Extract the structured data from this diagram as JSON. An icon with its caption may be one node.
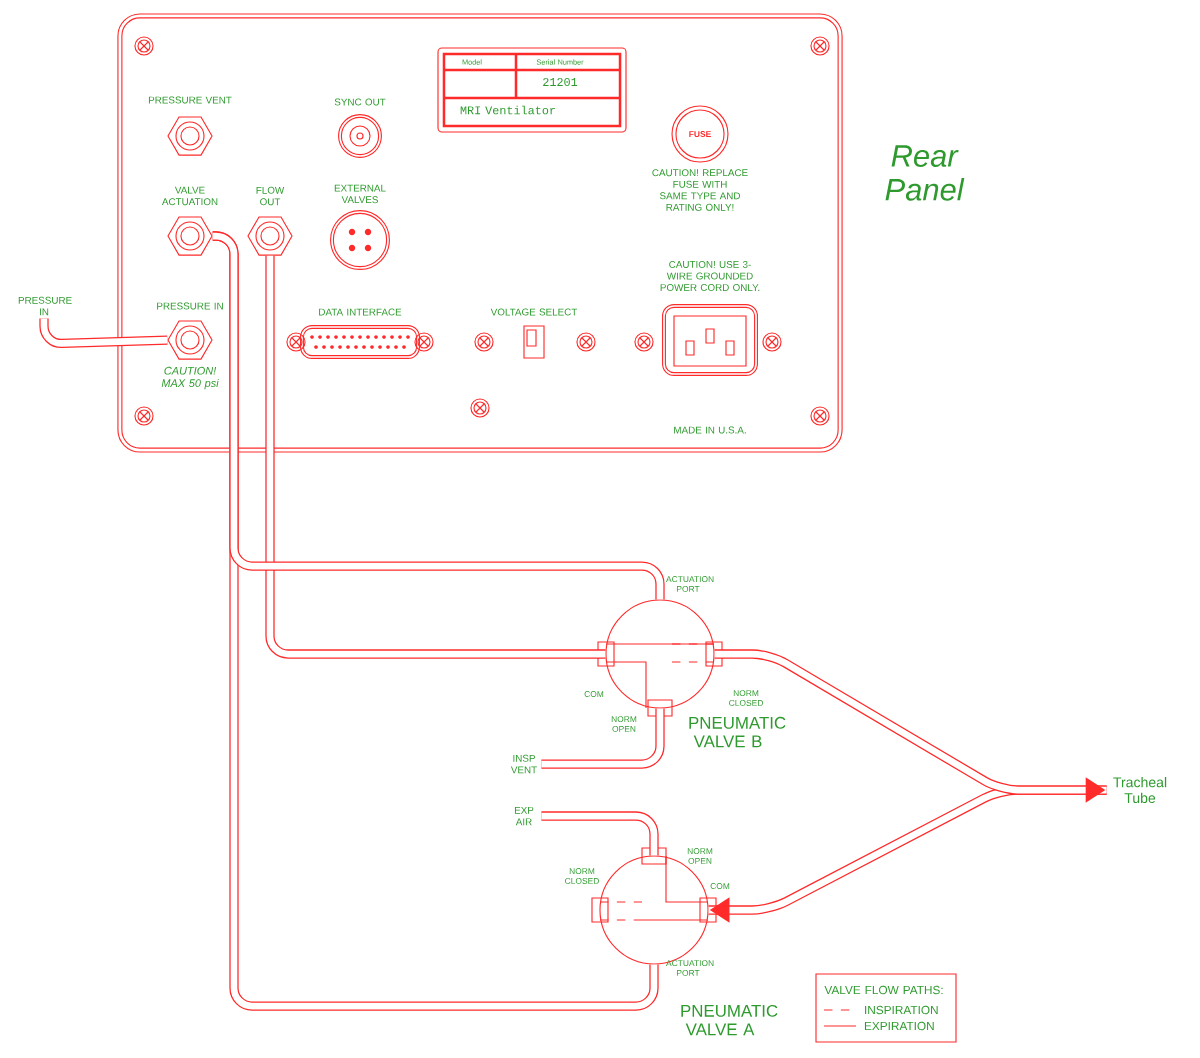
{
  "diagram": {
    "nodes": [
      {
        "text": [],
        "shape": "box",
        "beside": [
          "Rear Panel"
        ]
      },
      {
        "text": [
          "PRESSURE VENT"
        ],
        "in": 0
      },
      {
        "text": [
          "SYNC OUT"
        ],
        "in": 0
      },
      {
        "text": [
          "Model",
          "Serial Number",
          "21201",
          "MRI Ventilator"
        ],
        "in": 0
      },
      {
        "text": [
          "FUSE"
        ],
        "beside": [
          "CAUTION! REPLACE FUSE WITH SAME TYPE AND RATING ONLY!"
        ],
        "in": 0
      },
      {
        "text": [
          "VALVE ACTUATION"
        ],
        "in": 0
      },
      {
        "text": [
          "FLOW OUT"
        ],
        "in": 0
      },
      {
        "text": [
          "EXTERNAL VALVES"
        ],
        "in": 0
      },
      {
        "text": [
          "CAUTION! USE 3-WIRE GROUNDED POWER CORD ONLY."
        ],
        "in": 0
      },
      {
        "text": [
          "PRESSURE IN"
        ],
        "beside": [
          "CAUTION! MAX 50 psi"
        ],
        "in": 0
      },
      {
        "text": [
          "DATA INTERFACE"
        ],
        "in": 0
      },
      {
        "text": [
          "VOLTAGE SELECT"
        ],
        "in": 0
      },
      {
        "text": [
          "PRESSURE IN"
        ]
      },
      {
        "text": [
          "PNEUMATIC VALVE B"
        ],
        "beside": [
          "ACTUATION PORT",
          "COM",
          "NORM CLOSED",
          "NORM OPEN"
        ]
      },
      {
        "text": [
          "INSP VENT"
        ]
      },
      {
        "text": [
          "EXP AIR"
        ]
      },
      {
        "text": [
          "PNEUMATIC VALVE A"
        ],
        "beside": [
          "NORM OPEN",
          "NORM CLOSED",
          "COM",
          "ACTUATION PORT"
        ]
      },
      {
        "text": [
          "Tracheal Tube"
        ]
      }
    ],
    "edges": [
      {
        "from": 12,
        "to": 9,
        "arrow": "none"
      },
      {
        "from": 5,
        "to": 13,
        "arrow": "none"
      },
      {
        "from": 5,
        "to": 16,
        "arrow": "none"
      },
      {
        "from": 6,
        "to": 13,
        "arrow": "none"
      },
      {
        "from": 13,
        "to": 17,
        "arrow": "to"
      },
      {
        "from": 17,
        "to": 16,
        "arrow": "to"
      },
      {
        "from": 13,
        "to": 14,
        "arrow": "none"
      },
      {
        "from": 16,
        "to": 15,
        "arrow": "none"
      }
    ],
    "labels": [
      "MADE IN U.S.A.",
      "VALVE FLOW PATHS:"
    ],
    "legend": [
      {
        "text": "INSPIRATION"
      },
      {
        "text": "EXPIRATION"
      }
    ]
  }
}
